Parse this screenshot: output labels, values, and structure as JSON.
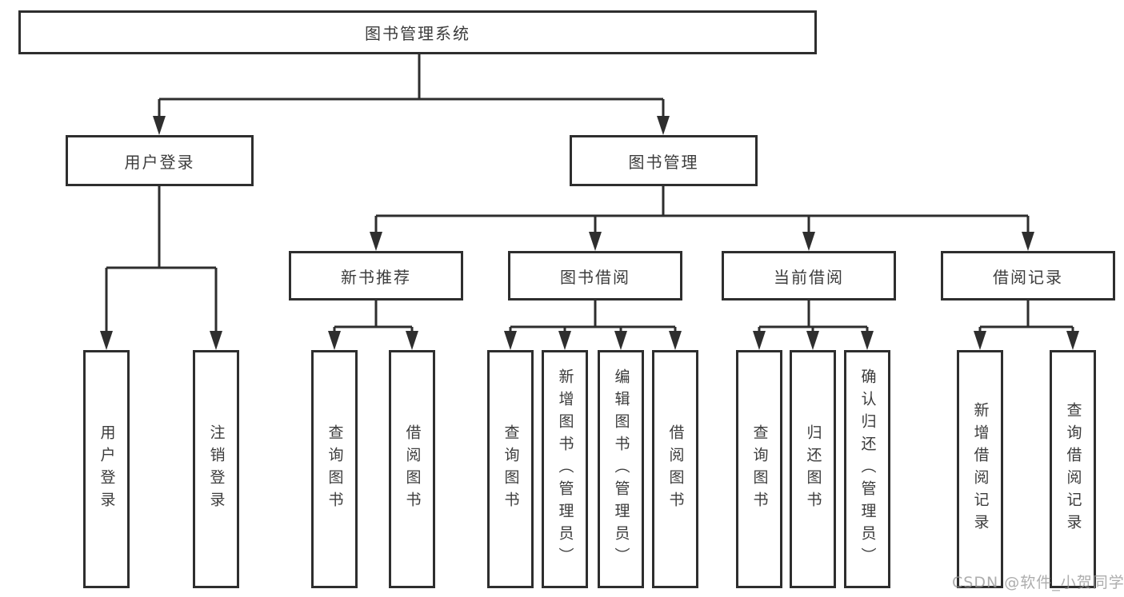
{
  "root": {
    "label": "图书管理系统"
  },
  "branches": {
    "login": {
      "label": "用户登录",
      "children": [
        "用户登录",
        "注销登录"
      ]
    },
    "mgmt": {
      "label": "图书管理"
    },
    "recommend": {
      "label": "新书推荐",
      "children": [
        "查询图书",
        "借阅图书"
      ]
    },
    "borrow": {
      "label": "图书借阅",
      "children": [
        "查询图书",
        "新增图书（管理员）",
        "编辑图书（管理员）",
        "借阅图书"
      ]
    },
    "current": {
      "label": "当前借阅",
      "children": [
        "查询图书",
        "归还图书",
        "确认归还（管理员）"
      ]
    },
    "records": {
      "label": "借阅记录",
      "children": [
        "新增借阅记录",
        "查询借阅记录"
      ]
    }
  },
  "watermark": "CSDN @软件_小贺同学",
  "colors": {
    "line": "#2e2e2e",
    "text": "#3c3c3c",
    "watermark": "rgba(150,150,150,0.78)",
    "background": "#ffffff"
  }
}
